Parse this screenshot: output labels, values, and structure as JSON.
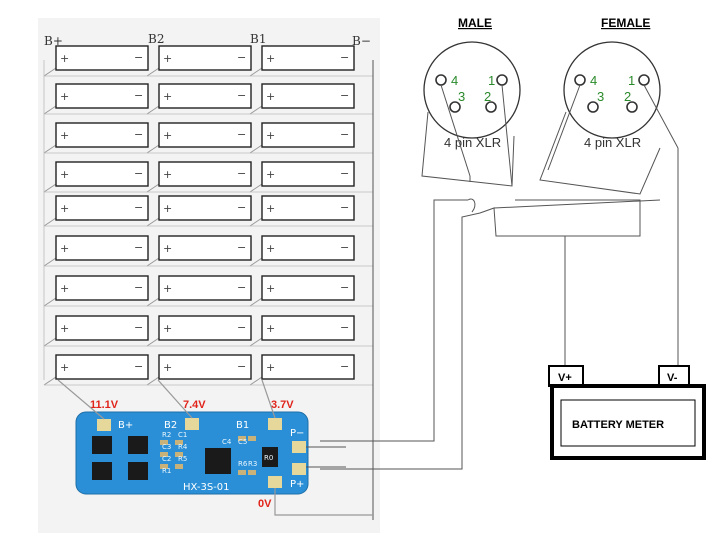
{
  "battery_pack": {
    "column_labels": [
      "B+",
      "B2",
      "B1",
      "B−"
    ],
    "cell_plus": "+",
    "cell_minus": "−",
    "rows": 9,
    "columns": 3
  },
  "connectors": {
    "male": {
      "title": "MALE",
      "pins": [
        "4",
        "3",
        "1",
        "2"
      ],
      "label": "4 pin XLR"
    },
    "female": {
      "title": "FEMALE",
      "pins": [
        "4",
        "3",
        "1",
        "2"
      ],
      "label": "4 pin XLR"
    }
  },
  "voltages": [
    "11.1V",
    "7.4V",
    "3.7V",
    "0V"
  ],
  "pcb": {
    "labels": [
      "B+",
      "B2",
      "B1",
      "P−",
      "P+"
    ],
    "model": "HX-3S-01",
    "resistor": "R0",
    "small_marks": [
      "R2",
      "C1",
      "C3",
      "R4",
      "C2",
      "R5",
      "C4",
      "C5",
      "R6",
      "R3",
      "R1"
    ],
    "colors": {
      "board": "#2a8fd6",
      "pad": "#e6d79a",
      "chip": "#1a1a1a"
    }
  },
  "meter": {
    "terminal_pos": "V+",
    "terminal_neg": "V-",
    "title": "BATTERY METER"
  }
}
